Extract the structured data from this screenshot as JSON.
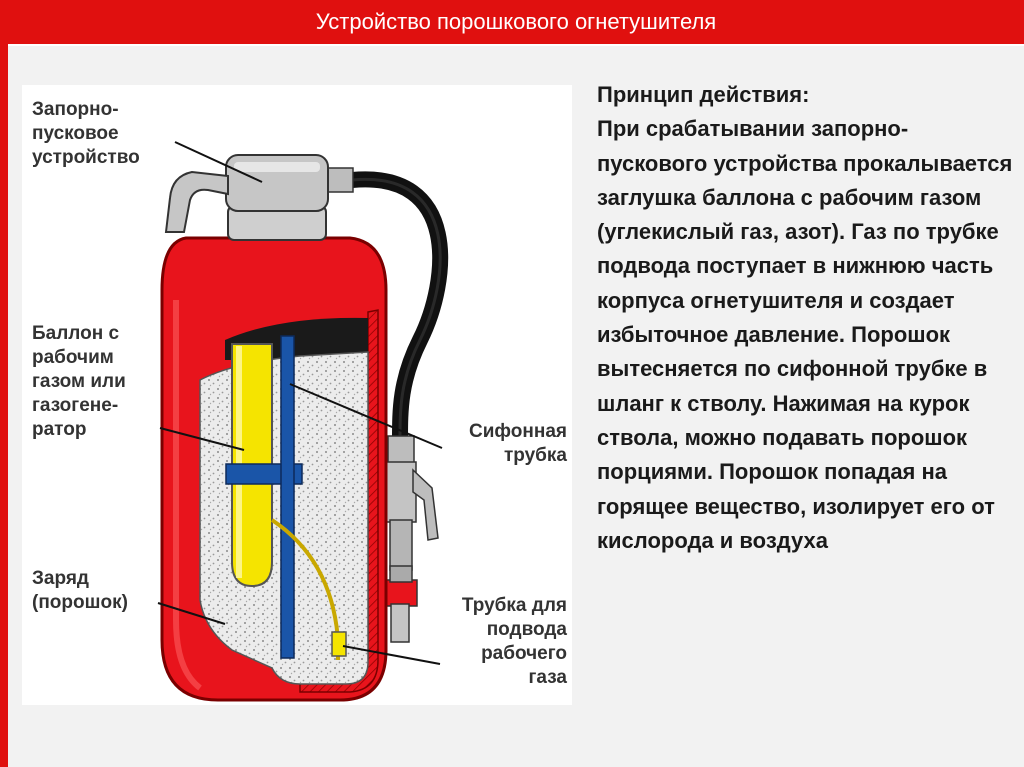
{
  "title": "Устройство порошкового огнетушителя",
  "labels": {
    "valve": "Запорно-\nпусковое\nустройство",
    "cylinder": "Баллон с\nрабочим\nгазом или\nгазогене-\nратор",
    "charge": "Заряд\n(порошок)",
    "siphon": "Сифонная\nтрубка",
    "gas_tube": "Трубка для\nподвода\nрабочего\nгаза"
  },
  "principle": {
    "heading": "Принцип действия:",
    "body": "При срабатывании запорно-пускового устройства прокалывается заглушка баллона с рабочим газом (углекислый газ, азот). Газ по трубке подвода поступает в нижнюю часть корпуса огнетушителя и создает избыточное давление. Порошок вытесняется по сифонной трубке в шланг к стволу. Нажимая на курок ствола, можно подавать порошок порциями. Порошок попадая на горящее вещество, изолирует его от кислорода и воздуха"
  },
  "colors": {
    "accent": "#e0100f",
    "body_red": "#e8141c",
    "dark_red": "#b50a10",
    "gas_cylinder": "#f5e400",
    "siphon_tube": "#1a55a8",
    "hose": "#111111",
    "metal": "#b9b9b9"
  }
}
